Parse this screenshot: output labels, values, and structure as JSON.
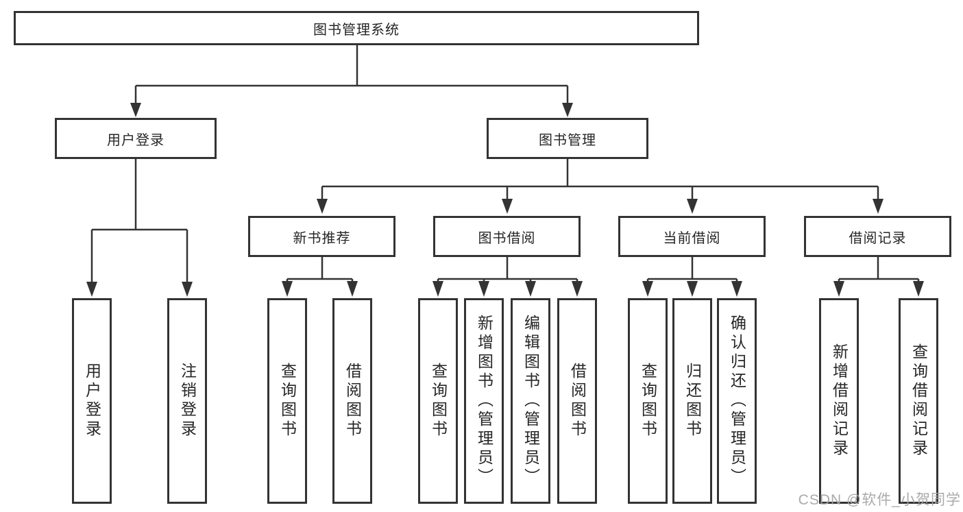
{
  "tree": {
    "label": "图书管理系统",
    "children": [
      {
        "label": "用户登录",
        "children": [
          {
            "label": "用户登录"
          },
          {
            "label": "注销登录"
          }
        ]
      },
      {
        "label": "图书管理",
        "children": [
          {
            "label": "新书推荐",
            "children": [
              {
                "label": "查询图书"
              },
              {
                "label": "借阅图书"
              }
            ]
          },
          {
            "label": "图书借阅",
            "children": [
              {
                "label": "查询图书"
              },
              {
                "label": "新增图书（管理员）"
              },
              {
                "label": "编辑图书（管理员）"
              },
              {
                "label": "借阅图书"
              }
            ]
          },
          {
            "label": "当前借阅",
            "children": [
              {
                "label": "查询图书"
              },
              {
                "label": "归还图书"
              },
              {
                "label": "确认归还（管理员）"
              }
            ]
          },
          {
            "label": "借阅记录",
            "children": [
              {
                "label": "新增借阅记录"
              },
              {
                "label": "查询借阅记录"
              }
            ]
          }
        ]
      }
    ]
  },
  "watermark": "CSDN @软件_小贺同学",
  "colors": {
    "line": "#333333",
    "box_border": "#333333",
    "text": "#262626",
    "watermark": "#a5a5a5",
    "background": "#ffffff"
  }
}
